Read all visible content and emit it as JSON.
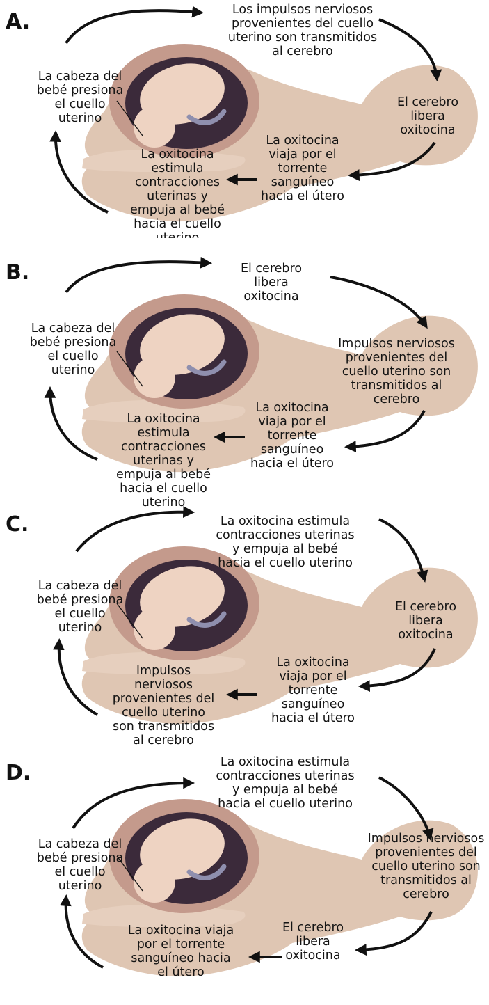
{
  "panels": [
    {
      "letter": "A.",
      "top_text": "Los impulsos nerviosos\nprovenientes del cuello\nuterino son transmitidos\nal cerebro",
      "head_text": "El cerebro\nlibera\noxitocina",
      "bottom_right_text": "La oxitocina\nviaja por el\ntorrente\nsanguíneo\nhacia el útero",
      "bottom_left_text": "La oxitocina\nestimula\ncontracciones\nuterinas y\nempuja al bebé\nhacia el cuello\nuterino",
      "left_text": "La cabeza del\nbebé presiona\nel cuello\nuterino"
    },
    {
      "letter": "B.",
      "top_text": "El cerebro\nlibera\noxitocina",
      "head_text": "Impulsos nerviosos\nprovenientes del\ncuello uterino son\ntransmitidos al\ncerebro",
      "bottom_right_text": "La oxitocina\nviaja por el\ntorrente\nsanguíneo\nhacia el útero",
      "bottom_left_text": "La oxitocina\nestimula\ncontracciones\nuterinas y\nempuja al bebé\nhacia el cuello\nuterino",
      "left_text": "La cabeza del\nbebé presiona\nel cuello\nuterino"
    },
    {
      "letter": "C.",
      "top_text": "La oxitocina estimula\ncontracciones uterinas\ny empuja al bebé\nhacia el cuello uterino",
      "head_text": "El cerebro\nlibera\noxitocina",
      "bottom_right_text": "La oxitocina\nviaja por el\ntorrente\nsanguíneo\nhacia el útero",
      "bottom_left_text": "Impulsos\nnerviosos\nprovenientes del\ncuello uterino\nson transmitidos\nal cerebro",
      "left_text": "La cabeza del\nbebé presiona\nel cuello\nuterino"
    },
    {
      "letter": "D.",
      "top_text": "La oxitocina estimula\ncontracciones uterinas\ny empuja al bebé\nhacia el cuello uterino",
      "head_text": "Impulsos nerviosos\nprovenientes del\ncuello uterino son\ntransmitidos al\ncerebro",
      "bottom_right_text": "El cerebro\nlibera\noxitocina",
      "bottom_left_text": "La oxitocina viaja\npor el torrente\nsanguíneo hacia\nel útero",
      "left_text": "La cabeza del\nbebé presiona\nel cuello\nuterino"
    }
  ],
  "colors": {
    "skin": "#dcc1ad",
    "uterus": "#c49a8c",
    "cavity": "#3b2a3a",
    "baby": "#eed3c2",
    "cord": "#8f8fae",
    "arrow": "#111111"
  }
}
